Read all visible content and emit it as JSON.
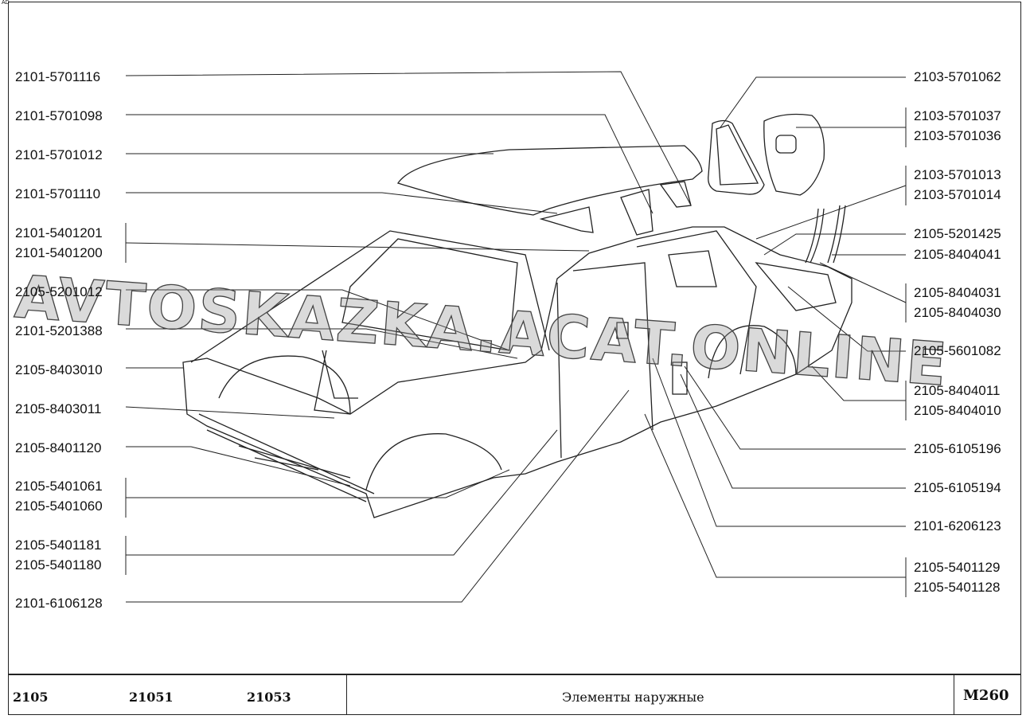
{
  "corner_mark": "AD",
  "left_labels": [
    [
      "2101-5701116"
    ],
    [
      "2101-5701098"
    ],
    [
      "2101-5701012"
    ],
    [
      "2101-5701110"
    ],
    [
      "2101-5401201",
      "2101-5401200"
    ],
    [
      "2105-5201012"
    ],
    [
      "2101-5201388"
    ],
    [
      "2105-8403010"
    ],
    [
      "2105-8403011"
    ],
    [
      "2105-8401120"
    ],
    [
      "2105-5401061",
      "2105-5401060"
    ],
    [
      "2105-5401181",
      "2105-5401180"
    ],
    [
      "2101-6106128"
    ]
  ],
  "right_labels": [
    [
      "2103-5701062"
    ],
    [
      "2103-5701037",
      "2103-5701036"
    ],
    [
      "2103-5701013",
      "2103-5701014"
    ],
    [
      "2105-5201425"
    ],
    [
      "2105-8404041"
    ],
    [
      "2105-8404031",
      "2105-8404030"
    ],
    [
      "2105-5601082"
    ],
    [
      "2105-8404011",
      "2105-8404010"
    ],
    [
      "2105-6105196"
    ],
    [
      "2105-6105194"
    ],
    [
      "2101-6206123"
    ],
    [
      "2105-5401129",
      "2105-5401128"
    ]
  ],
  "watermark": "AVTOSKAZKA.ACAT.ONLINE",
  "footer": {
    "models": [
      "2105",
      "21051",
      "21053"
    ],
    "title": "Элементы наружные",
    "code": "M260"
  }
}
